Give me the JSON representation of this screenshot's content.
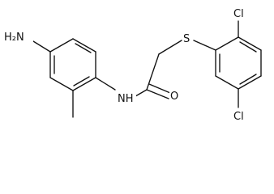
{
  "molecule": {
    "atom_labels": {
      "amine": "H₂N",
      "amide_nh": "NH",
      "carbonyl_o": "O",
      "thioether_s": "S",
      "chloro_top": "Cl",
      "chloro_bottom": "Cl"
    }
  }
}
